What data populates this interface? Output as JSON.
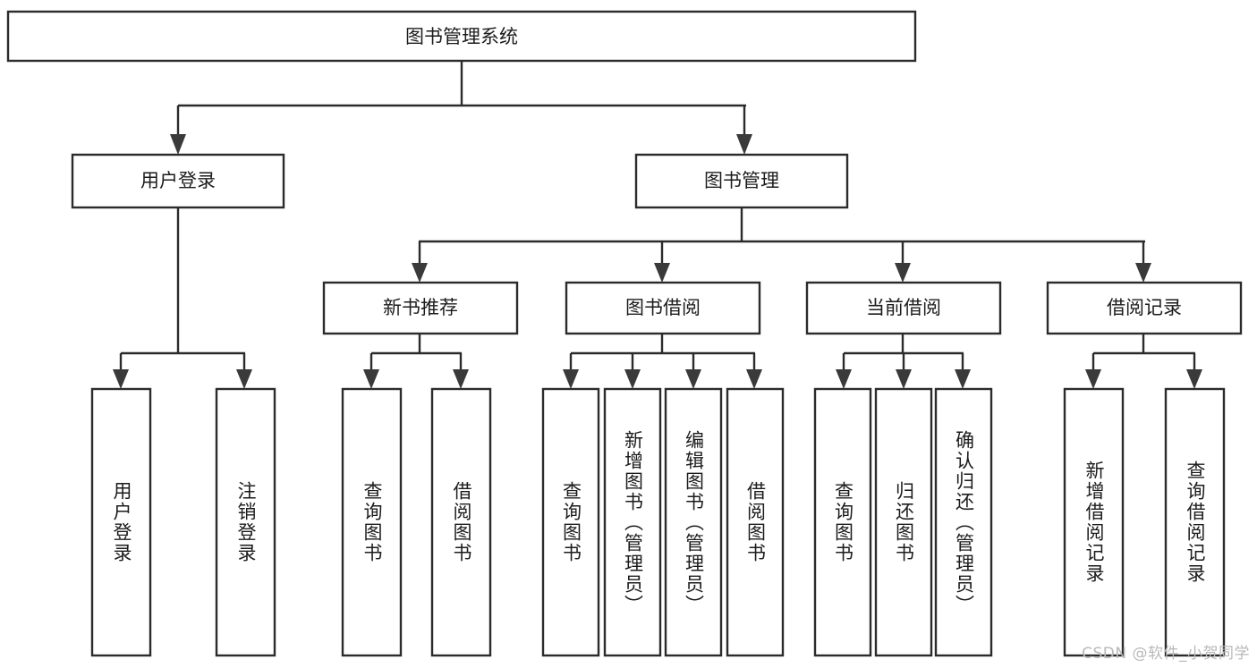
{
  "diagram": {
    "title": "图书管理系统",
    "type": "tree-hierarchy",
    "watermark": "CSDN @软件_小贺同学",
    "root": {
      "id": "root",
      "label": "图书管理系统",
      "level": 0
    },
    "level1": [
      {
        "id": "user-login",
        "label": "用户登录"
      },
      {
        "id": "book-manage",
        "label": "图书管理"
      }
    ],
    "level2": [
      {
        "id": "new-book-recommend",
        "label": "新书推荐",
        "parent": "book-manage"
      },
      {
        "id": "book-borrow",
        "label": "图书借阅",
        "parent": "book-manage"
      },
      {
        "id": "current-borrow",
        "label": "当前借阅",
        "parent": "book-manage"
      },
      {
        "id": "borrow-record",
        "label": "借阅记录",
        "parent": "book-manage"
      }
    ],
    "leaves": {
      "user-login": [
        {
          "id": "leaf-user-login",
          "label": "用户登录"
        },
        {
          "id": "leaf-logout-login",
          "label": "注销登录"
        }
      ],
      "new-book-recommend": [
        {
          "id": "leaf-query-book-1",
          "label": "查询图书"
        },
        {
          "id": "leaf-borrow-book-1",
          "label": "借阅图书"
        }
      ],
      "book-borrow": [
        {
          "id": "leaf-query-book-2",
          "label": "查询图书"
        },
        {
          "id": "leaf-add-book",
          "label": "新增图书（管理员）"
        },
        {
          "id": "leaf-edit-book",
          "label": "编辑图书（管理员）"
        },
        {
          "id": "leaf-borrow-book-2",
          "label": "借阅图书"
        }
      ],
      "current-borrow": [
        {
          "id": "leaf-query-book-3",
          "label": "查询图书"
        },
        {
          "id": "leaf-return-book",
          "label": "归还图书"
        },
        {
          "id": "leaf-confirm-return",
          "label": "确认归还（管理员）"
        }
      ],
      "borrow-record": [
        {
          "id": "leaf-add-record",
          "label": "新增借阅记录"
        },
        {
          "id": "leaf-query-record",
          "label": "查询借阅记录"
        }
      ]
    },
    "colors": {
      "box_stroke": "#2b2b2b",
      "box_fill": "#ffffff",
      "connector": "#2b2b2b",
      "text": "#1c1c1c",
      "watermark": "#b9b9b9",
      "background": "#ffffff"
    }
  }
}
